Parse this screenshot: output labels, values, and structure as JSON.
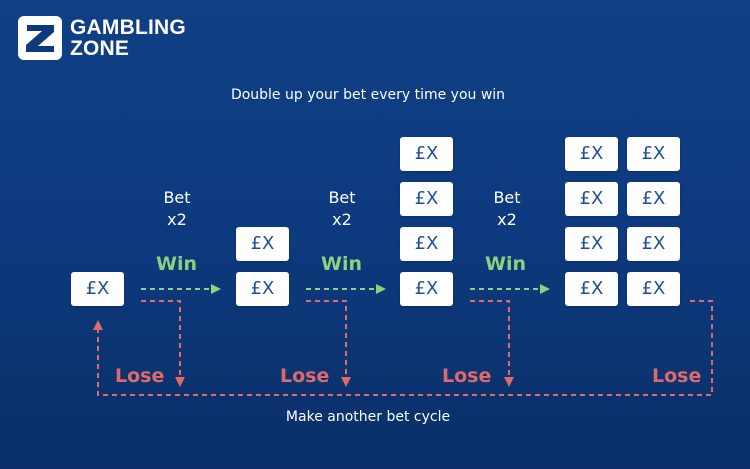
{
  "logo": {
    "line1": "GAMBLING",
    "line2": "ZONE",
    "mark_icon": "z-logo-icon"
  },
  "top_caption": "Double up your bet every time you win",
  "bottom_caption": "Make another bet cycle",
  "chip_label": "£X",
  "bet_label": {
    "line1": "Bet",
    "line2": "x2"
  },
  "win_label": "Win",
  "lose_label": "Lose",
  "colors": {
    "background": "#0d3a7e",
    "win": "#8fcf7e",
    "lose": "#e06a6a",
    "chip_text": "#1f4f96"
  }
}
